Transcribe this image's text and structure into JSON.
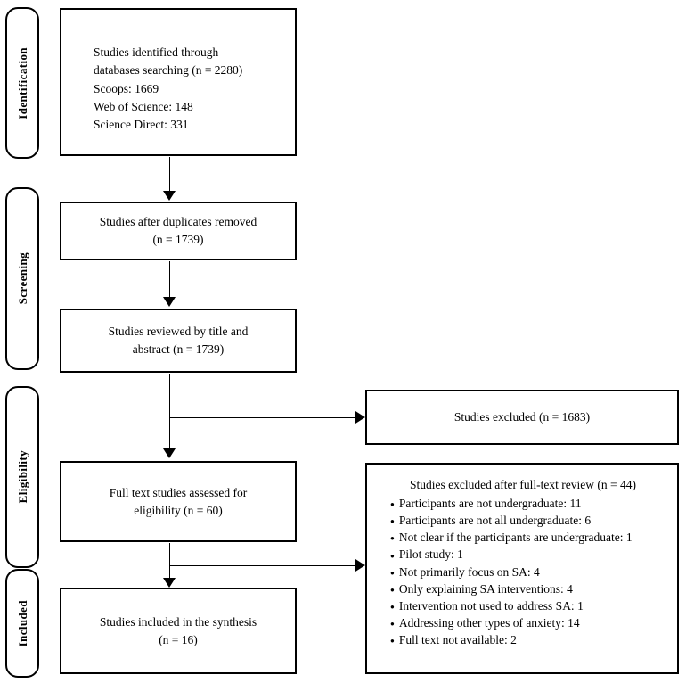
{
  "diagram": {
    "type": "prisma-flow-diagram",
    "stages": [
      {
        "id": "identification",
        "label": "Identification"
      },
      {
        "id": "screening",
        "label": "Screening"
      },
      {
        "id": "eligibility",
        "label": "Eligibility"
      },
      {
        "id": "included",
        "label": "Included"
      }
    ],
    "boxes": {
      "identified": {
        "lines": [
          "Studies identified through",
          "databases searching (n = 2280)",
          "Scoops: 1669",
          "Web of Science: 148",
          "Science Direct: 331"
        ]
      },
      "duplicates_removed": {
        "line1": "Studies after duplicates removed",
        "line2": "(n = 1739)"
      },
      "title_abstract_reviewed": {
        "line1": "Studies reviewed by title and",
        "line2": "abstract (n = 1739)"
      },
      "excluded_screening": {
        "line1": "Studies excluded (n = 1683)"
      },
      "full_text_assessed": {
        "line1": "Full text studies assessed for",
        "line2": "eligibility (n = 60)"
      },
      "included_synthesis": {
        "line1": "Studies included in the synthesis",
        "line2": "(n = 16)"
      },
      "excluded_fulltext": {
        "title": "Studies excluded after full-text review (n = 44)",
        "reasons": [
          "Participants are not undergraduate: 11",
          "Participants are not all undergraduate: 6",
          "Not clear if the participants are undergraduate: 1",
          "Pilot study: 1",
          "Not primarily focus on SA: 4",
          "Only explaining SA interventions: 4",
          "Intervention not used to address SA: 1",
          "Addressing other types of anxiety: 14",
          "Full text not available: 2"
        ]
      }
    },
    "colors": {
      "line": "#000000",
      "background": "#ffffff",
      "text": "#000000"
    }
  }
}
